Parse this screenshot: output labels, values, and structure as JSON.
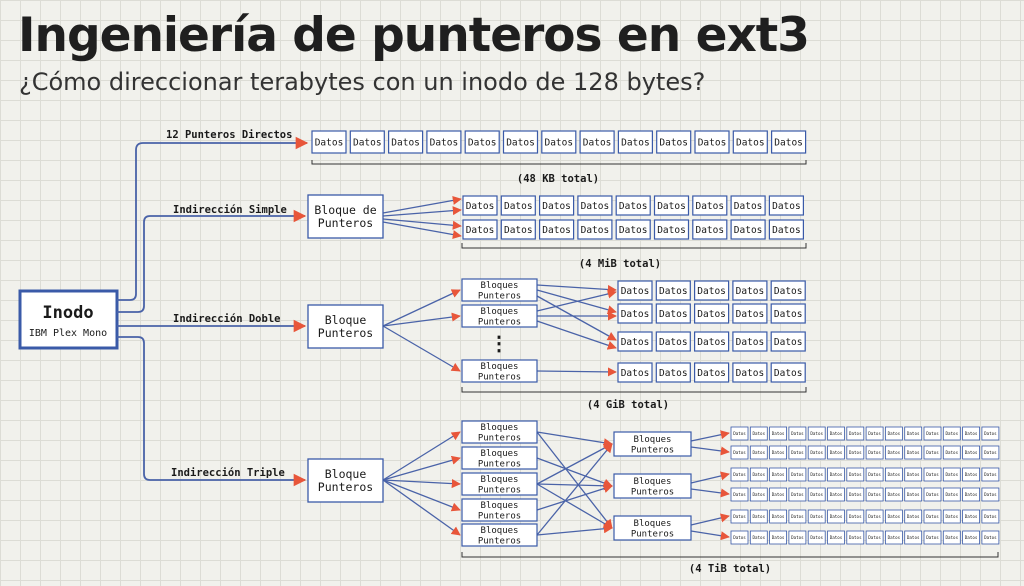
{
  "header": {
    "title": "Ingeniería de punteros en ext3",
    "subtitle": "¿Cómo direccionar terabytes con un inodo de 128 bytes?"
  },
  "inode": {
    "label": "Inodo",
    "sublabel": "IBM Plex Mono"
  },
  "branches": {
    "direct": {
      "label": "12 Punteros Directos",
      "total": "(48 KB total)"
    },
    "single": {
      "label": "Indirección Simple",
      "total": "(4 MiB total)"
    },
    "double": {
      "label": "Indirección Doble",
      "total": "(4 GiB total)"
    },
    "triple": {
      "label": "Indirección Triple",
      "total": "(4 TiB total)"
    }
  },
  "labels": {
    "data_block": "Datos",
    "pointer_block_single": [
      "Bloque de",
      "Punteros"
    ],
    "pointer_block": [
      "Bloque",
      "Punteros"
    ],
    "pointer_blocks": [
      "Bloques",
      "Punteros"
    ],
    "ellipsis": "⋮"
  },
  "colors": {
    "box_border": "#3a5aa8",
    "inode_border": "#3a5aa8",
    "arrow_line": "#4a63a8",
    "arrow_head": "#e8563a",
    "box_fill": "#ffffff",
    "background": "#f1f1ec"
  }
}
